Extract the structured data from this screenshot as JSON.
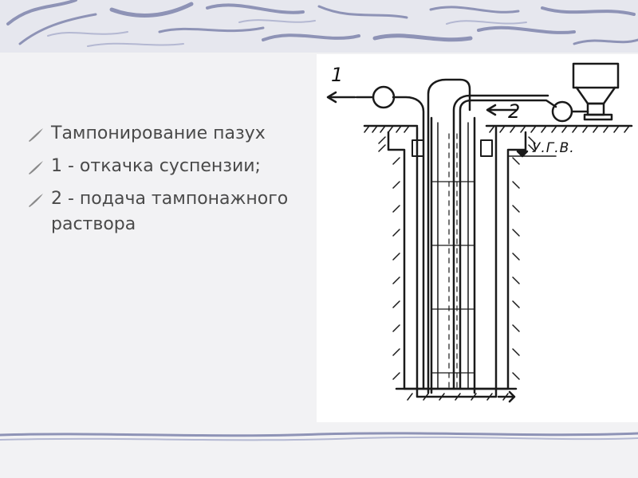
{
  "bullets": [
    {
      "text": "Тампонирование пазух"
    },
    {
      "text": "1 - откачка суспензии;"
    },
    {
      "text": "2 - подача тампонажного раствора"
    }
  ],
  "diagram": {
    "label_1": "1",
    "label_2": "2",
    "label_ugv": "У.Г.В."
  },
  "colors": {
    "text": "#4a4a4a",
    "bullet_icon": "#8a8a8a",
    "background": "#f2f2f4",
    "banner_stroke": "#8e93b6",
    "diagram_ink": "#1a1a1a"
  }
}
